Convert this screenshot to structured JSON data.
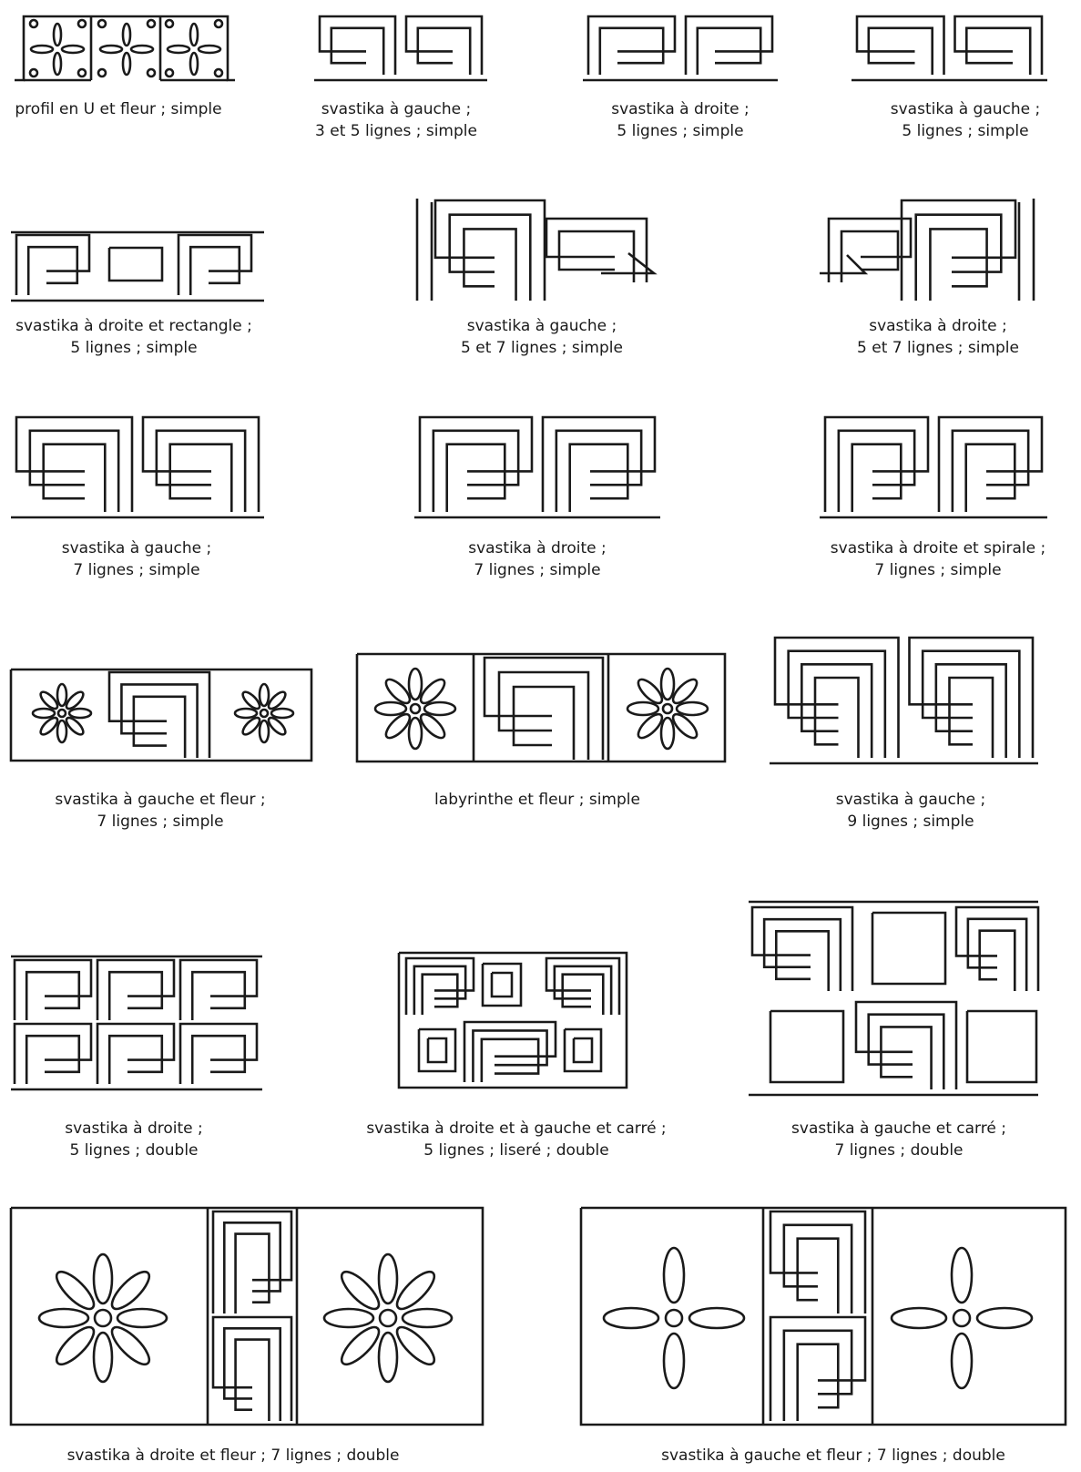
{
  "captions": [
    {
      "id": "c1",
      "lines": [
        "profil en U et fleur ; simple"
      ]
    },
    {
      "id": "c2",
      "lines": [
        "svastika à gauche ;",
        "3 et 5 lignes ; simple"
      ]
    },
    {
      "id": "c3",
      "lines": [
        "svastika à droite ;",
        "5 lignes ; simple"
      ]
    },
    {
      "id": "c4",
      "lines": [
        "svastika à gauche ;",
        "5 lignes ; simple"
      ]
    },
    {
      "id": "c5",
      "lines": [
        "svastika à droite et rectangle ;",
        "5 lignes ; simple"
      ]
    },
    {
      "id": "c6",
      "lines": [
        "svastika à gauche ;",
        "5 et 7 lignes ; simple"
      ]
    },
    {
      "id": "c7",
      "lines": [
        "svastika à droite ;",
        "5 et 7 lignes ; simple"
      ]
    },
    {
      "id": "c8",
      "lines": [
        "svastika à gauche ;",
        "7 lignes ; simple"
      ]
    },
    {
      "id": "c9",
      "lines": [
        "svastika à droite ;",
        "7 lignes ; simple"
      ]
    },
    {
      "id": "c10",
      "lines": [
        "svastika à droite et spirale ;",
        "7 lignes ; simple"
      ]
    },
    {
      "id": "c11",
      "lines": [
        "svastika à gauche et fleur ;",
        "7 lignes ; simple"
      ]
    },
    {
      "id": "c12",
      "lines": [
        "labyrinthe et fleur ; simple"
      ]
    },
    {
      "id": "c13",
      "lines": [
        "svastika à gauche ;",
        "9 lignes ; simple"
      ]
    },
    {
      "id": "c14",
      "lines": [
        "svastika à droite ;",
        "5 lignes ; double"
      ]
    },
    {
      "id": "c15",
      "lines": [
        "svastika à droite et à gauche et carré ;",
        "5 lignes ; liseré ; double"
      ]
    },
    {
      "id": "c16",
      "lines": [
        "svastika à gauche et carré ;",
        "7 lignes ; double"
      ]
    },
    {
      "id": "c17",
      "lines": [
        "svastika à droite et fleur ; 7 lignes ; double"
      ]
    },
    {
      "id": "c18",
      "lines": [
        "svastika à gauche et fleur ; 7 lignes ; double"
      ]
    }
  ]
}
